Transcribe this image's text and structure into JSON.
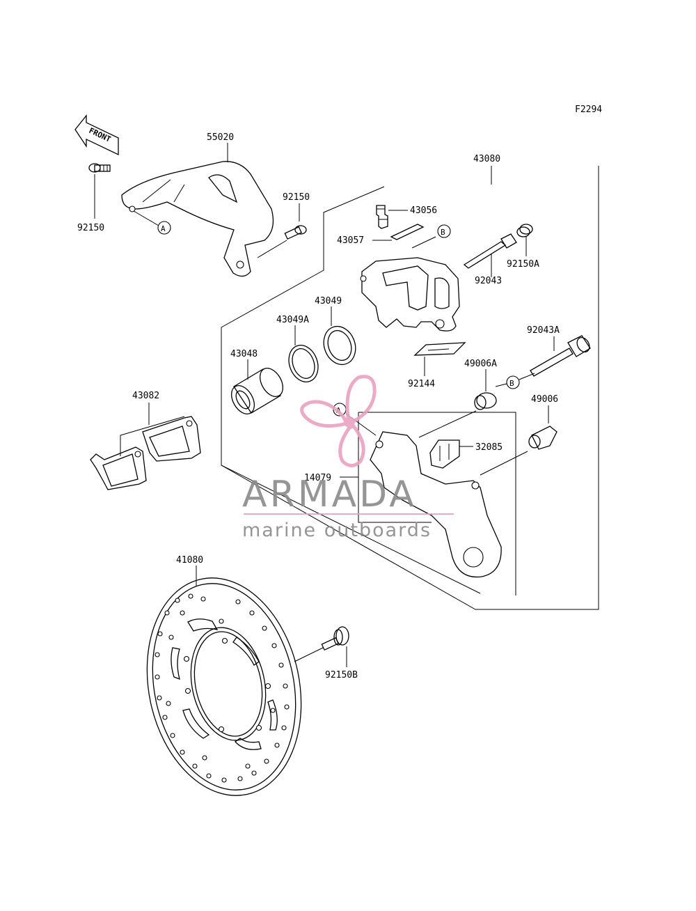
{
  "diagram": {
    "code": "F2294",
    "front_arrow": "FRONT",
    "parts": {
      "p55020": "55020",
      "p92150_left": "92150",
      "p92150_right": "92150",
      "p43080": "43080",
      "p43056": "43056",
      "p43057": "43057",
      "p92043": "92043",
      "p92150A": "92150A",
      "p43049": "43049",
      "p43049A": "43049A",
      "p43048": "43048",
      "p92043A": "92043A",
      "p49006A": "49006A",
      "p92144": "92144",
      "p49006": "49006",
      "p43082": "43082",
      "p32085": "32085",
      "p14079": "14079",
      "p41080": "41080",
      "p92150B": "92150B"
    },
    "callouts": {
      "a1": "A",
      "a2": "A",
      "b1": "B",
      "b2": "B"
    }
  },
  "watermark": {
    "brand": "ARMADA",
    "tagline": "marine outboards",
    "colors": {
      "propeller": "#e9a3c0",
      "text": "#8a8a8a",
      "rule": "#e9a3c0"
    }
  }
}
